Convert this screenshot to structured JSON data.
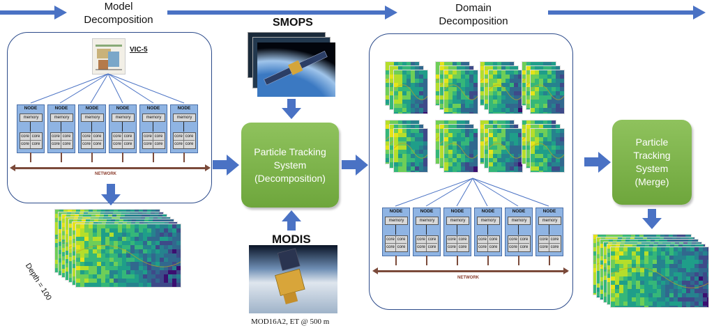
{
  "phases": {
    "model_decomposition": "Model\nDecomposition",
    "domain_decomposition": "Domain\nDecomposition"
  },
  "left_panel": {
    "model_label": "VIC-5",
    "node_label": "NODE",
    "memory_label": "memory",
    "core_label": "core",
    "network_label": "NETWORK",
    "depth_label": "Depth = 100"
  },
  "center": {
    "smops_label": "SMOPS",
    "modis_label": "MODIS",
    "particle_decomp": "Particle Tracking\nSystem\n(Decomposition)",
    "modis_caption": "MOD16A2, ET @ 500 m"
  },
  "right_panel": {
    "node_label": "NODE",
    "memory_label": "memory",
    "core_label": "core",
    "network_label": "NETWORK"
  },
  "merge_box": "Particle\nTracking\nSystem\n(Merge)",
  "colors": {
    "arrow": "#4a72c4",
    "panel_border": "#2b4a8a",
    "green": "#7ab24a",
    "node": "#8fb4e3",
    "network": "#7b4a3a"
  }
}
